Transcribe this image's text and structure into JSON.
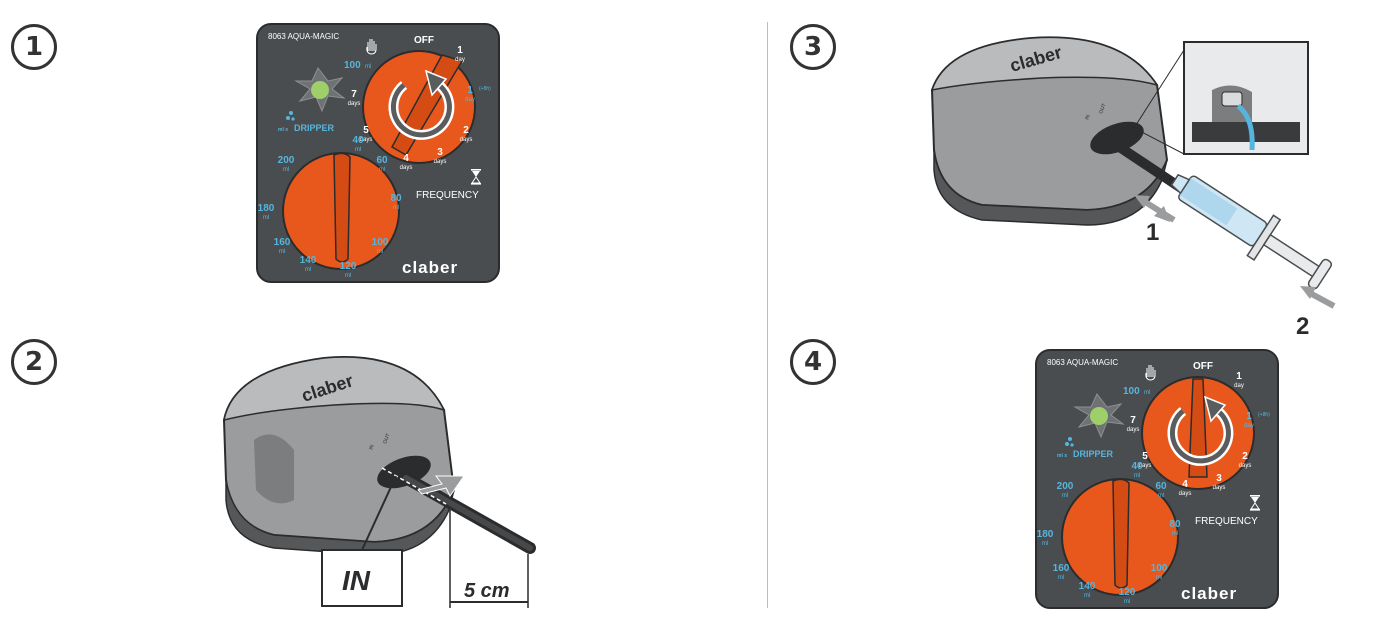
{
  "steps": [
    {
      "number": "1"
    },
    {
      "number": "2"
    },
    {
      "number": "3"
    },
    {
      "number": "4"
    }
  ],
  "control_panel": {
    "model": "8063 AQUA-MAGIC",
    "off_label": "OFF",
    "manual_amount": "100",
    "manual_unit": "ml",
    "frequency_label": "FREQUENCY",
    "dripper_prefix": "ml x",
    "dripper_label": "DRIPPER",
    "brand": "claber",
    "frequency_marks": [
      {
        "value": "1",
        "unit": "day"
      },
      {
        "value": "1",
        "unit": "day",
        "super": "(+8h)"
      },
      {
        "value": "2",
        "unit": "days"
      },
      {
        "value": "3",
        "unit": "days"
      },
      {
        "value": "4",
        "unit": "days"
      },
      {
        "value": "5",
        "unit": "days"
      },
      {
        "value": "7",
        "unit": "days"
      }
    ],
    "volume_marks": [
      {
        "value": "40",
        "unit": "ml"
      },
      {
        "value": "60",
        "unit": "ml"
      },
      {
        "value": "80",
        "unit": "ml"
      },
      {
        "value": "100",
        "unit": "ml"
      },
      {
        "value": "120",
        "unit": "ml"
      },
      {
        "value": "140",
        "unit": "ml"
      },
      {
        "value": "160",
        "unit": "ml"
      },
      {
        "value": "180",
        "unit": "ml"
      },
      {
        "value": "200",
        "unit": "ml"
      }
    ]
  },
  "step2": {
    "device_brand": "claber",
    "port_in": "IN",
    "port_out": "OUT",
    "callout": "IN",
    "dimension": "5 cm"
  },
  "step3": {
    "device_brand": "claber",
    "port_in": "IN",
    "port_out": "OUT",
    "arrow_1": "1",
    "arrow_2": "2"
  },
  "colors": {
    "panel_bg": "#4a4d4f",
    "knob_orange": "#e8581c",
    "water_blue": "#56b5de",
    "led_green": "#9fcf6a",
    "device_grey": "#9a9c9e"
  }
}
